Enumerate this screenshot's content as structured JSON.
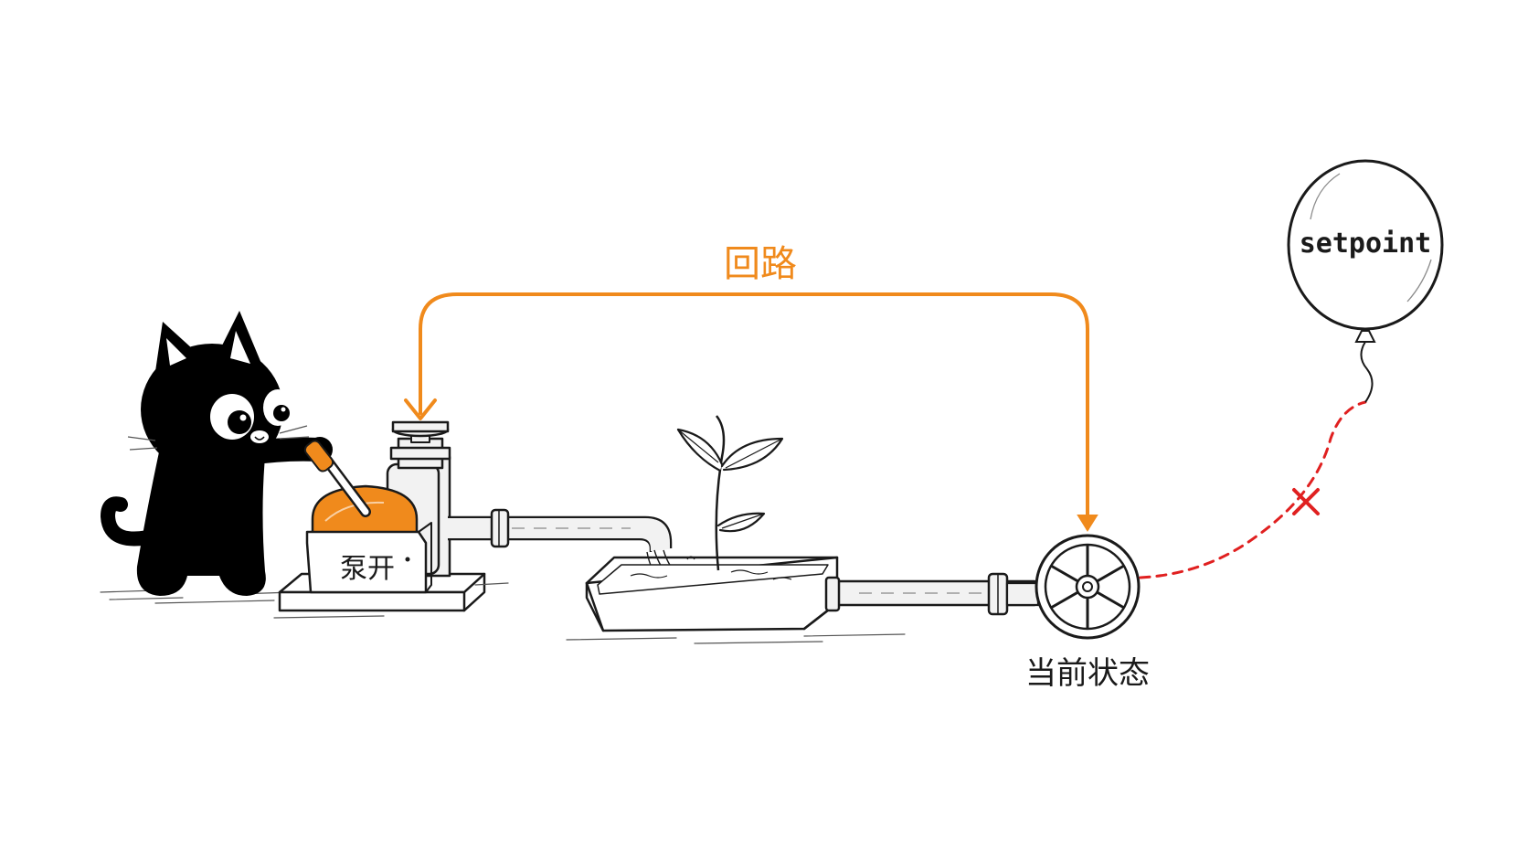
{
  "loop_label": "回路",
  "pump_label": "泵开",
  "state_label": "当前状态",
  "setpoint_label": "setpoint",
  "colors": {
    "ink": "#1a1a1a",
    "accent": "#f08a1c",
    "broken_link": "#e02020",
    "background": "#ffffff"
  },
  "icons": {
    "cat": "black-cat-icon",
    "pump": "water-pump-icon",
    "plant": "seedling-icon",
    "wheel": "valve-wheel-icon",
    "balloon": "balloon-icon",
    "cross": "cross-mark-icon"
  }
}
